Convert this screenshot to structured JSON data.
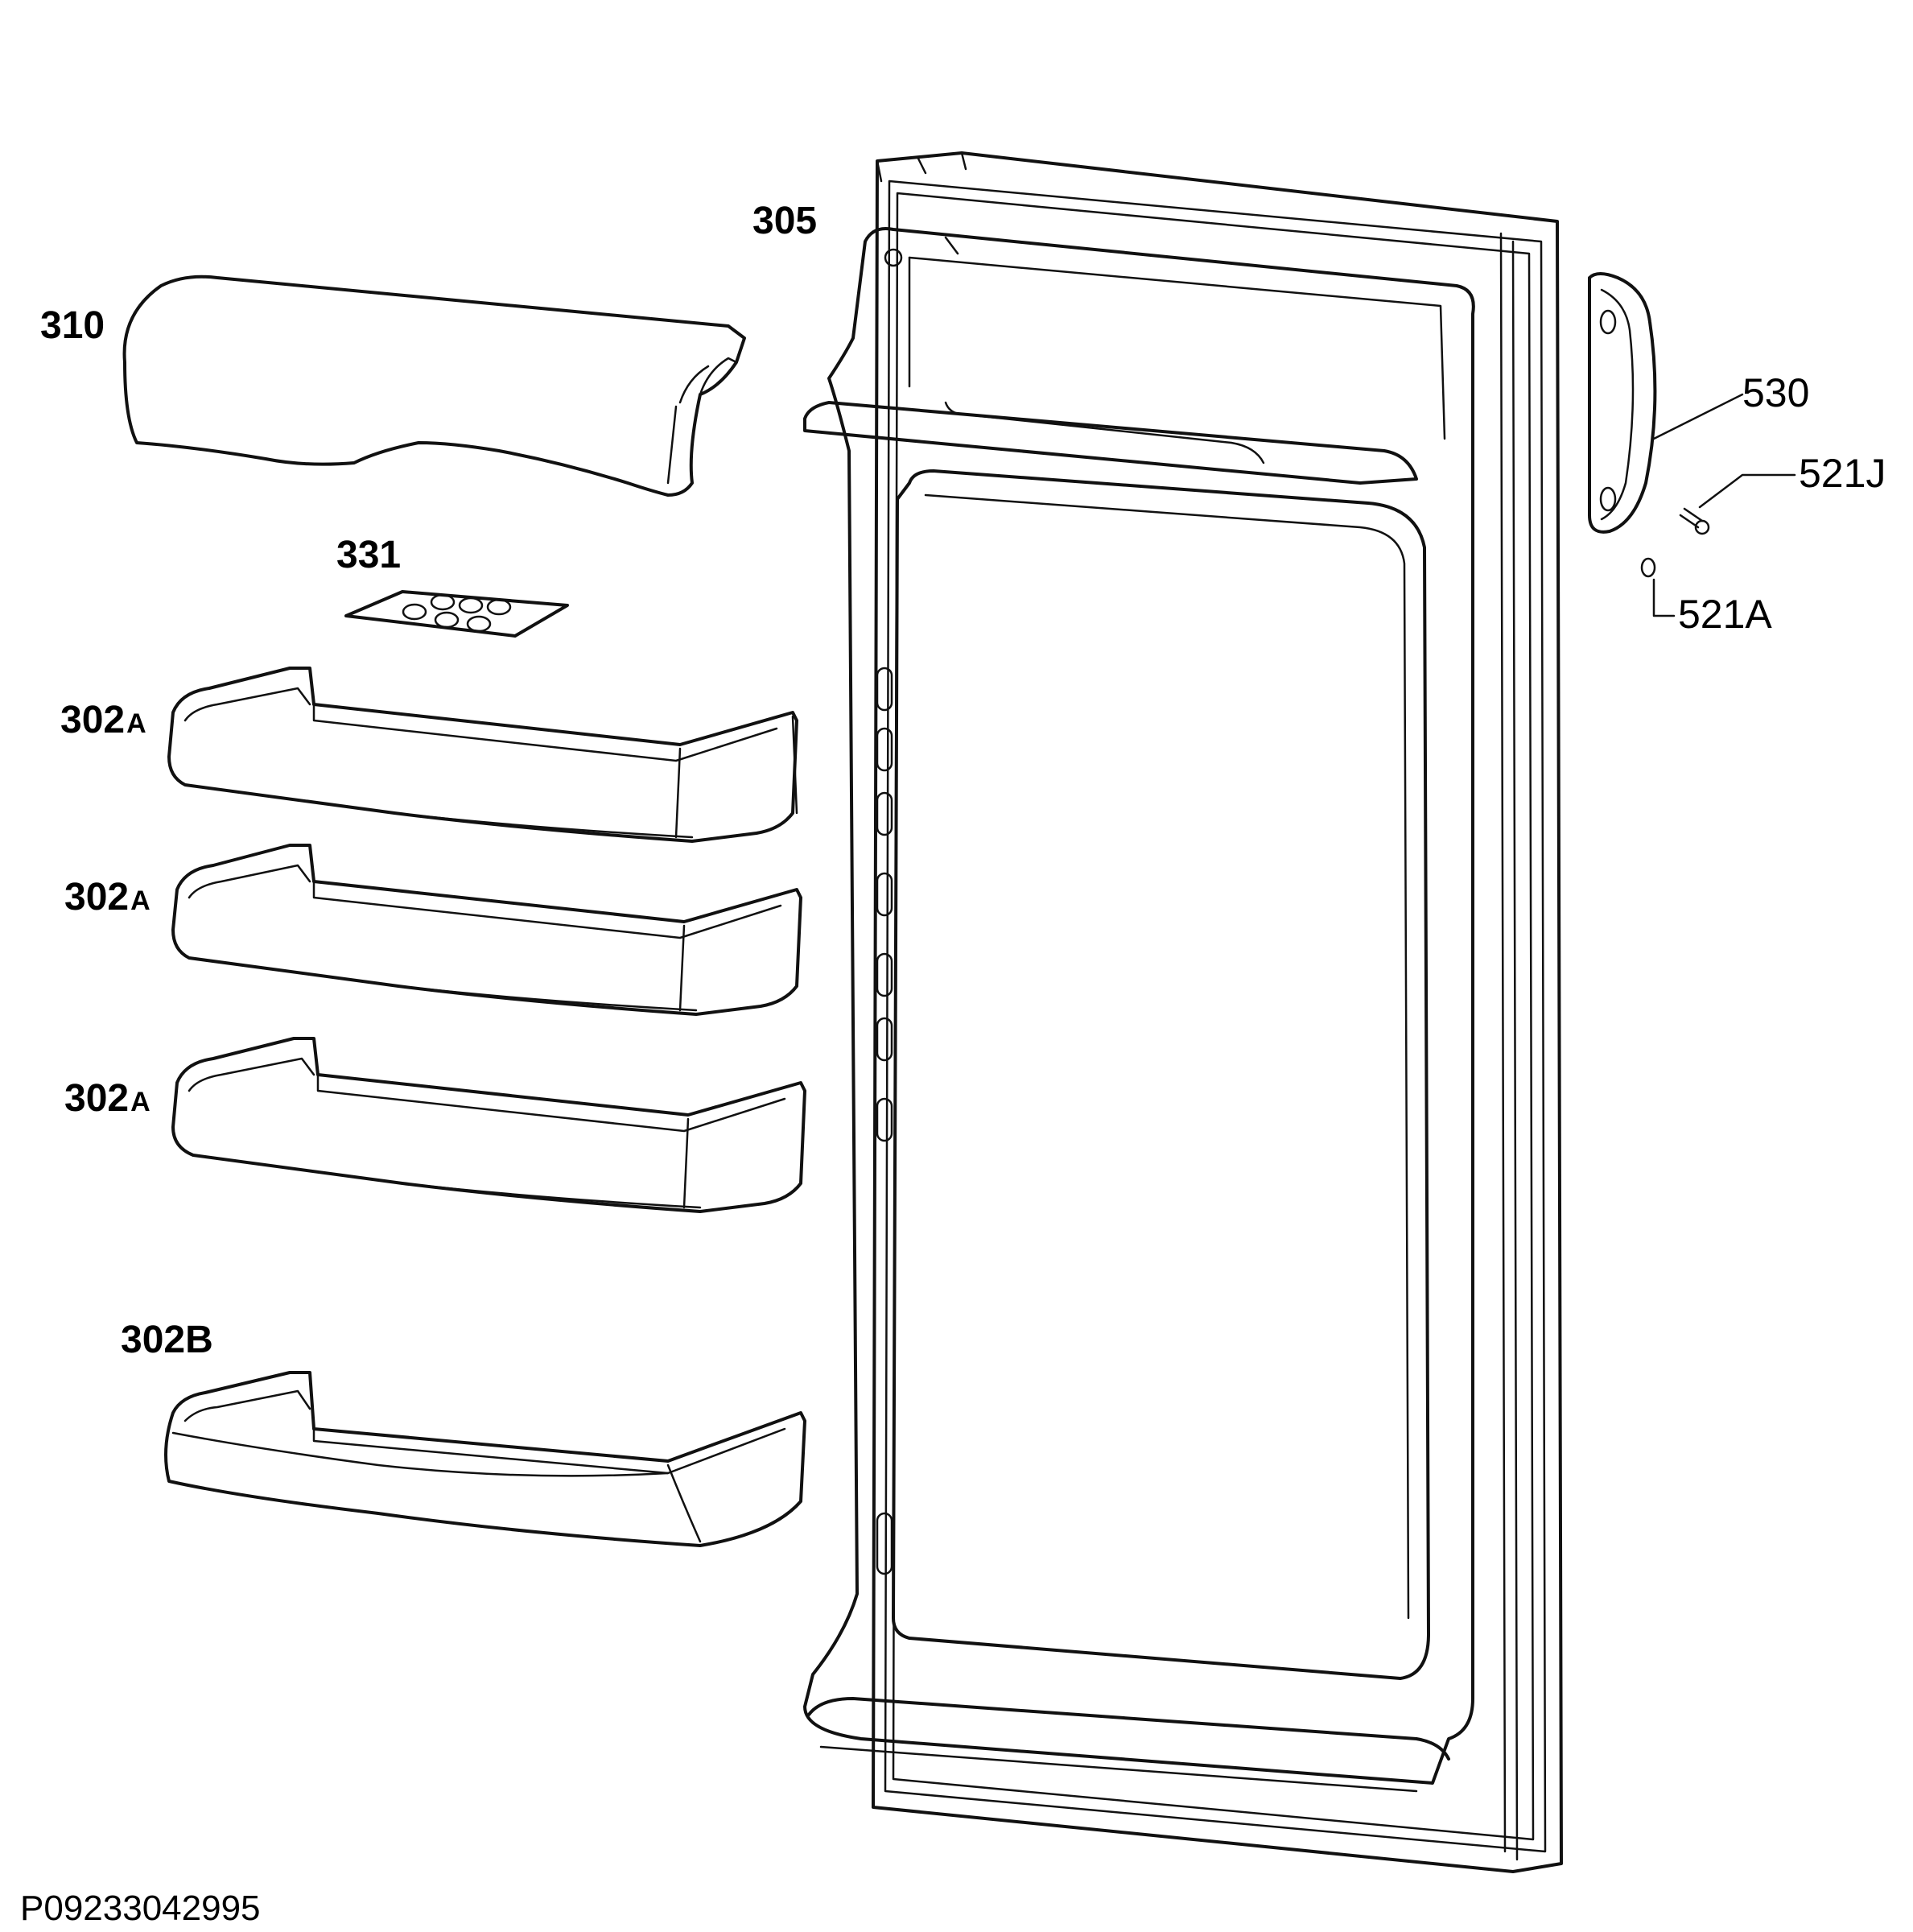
{
  "diagram": {
    "parts": {
      "p305": "305",
      "p310": "310",
      "p331": "331",
      "p302a_num": "302",
      "p302a_suffix": "A",
      "p302b": "302B",
      "p530": "530",
      "p521j": "521J",
      "p521a": "521A"
    },
    "drawing_code": "P09233042995"
  }
}
